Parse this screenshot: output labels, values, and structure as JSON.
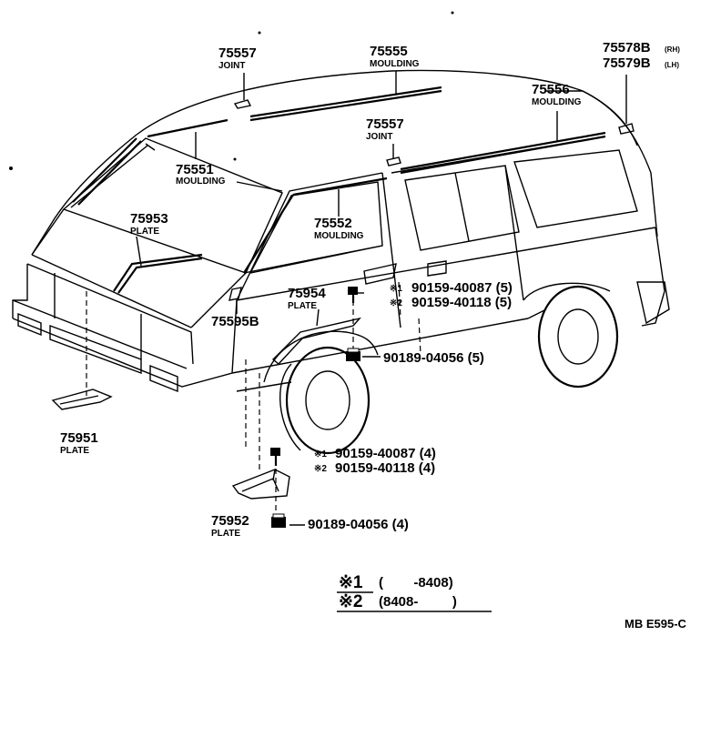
{
  "parts": {
    "joint_top": {
      "number": "75557",
      "name": "JOINT"
    },
    "moulding_roof_center": {
      "number": "75555",
      "name": "MOULDING"
    },
    "moulding_roof_rear": {
      "number": "75556",
      "name": "MOULDING"
    },
    "rear_parts": {
      "number_rh": "75578B",
      "suffix_rh": "(RH)",
      "number_lh": "75579B",
      "suffix_lh": "(LH)"
    },
    "joint_mid": {
      "number": "75557",
      "name": "JOINT"
    },
    "moulding_front_roof": {
      "number": "75551",
      "name": "MOULDING"
    },
    "moulding_side": {
      "number": "75552",
      "name": "MOULDING"
    },
    "plate_hood": {
      "number": "75953",
      "name": "PLATE"
    },
    "plate_fender": {
      "number": "75954",
      "name": "PLATE"
    },
    "pillar_part": {
      "number": "75595B"
    },
    "plate_front": {
      "number": "75951",
      "name": "PLATE"
    },
    "plate_lower": {
      "number": "75952",
      "name": "PLATE"
    }
  },
  "fasteners_upper": {
    "mark1": "※1",
    "line1": "90159-40087 (5)",
    "mark2": "※2",
    "line2": "90159-40118 (5)",
    "nut": "90189-04056 (5)"
  },
  "fasteners_lower": {
    "mark1": "※1",
    "line1": "90159-40087 (4)",
    "mark2": "※2",
    "line2": "90159-40118 (4)",
    "nut": "90189-04056 (4)"
  },
  "legend": {
    "mark1": "※1",
    "range1": "(        -8408)",
    "mark2": "※2",
    "range2": "(8408-         )"
  },
  "diagram_code": "MB E595-C"
}
